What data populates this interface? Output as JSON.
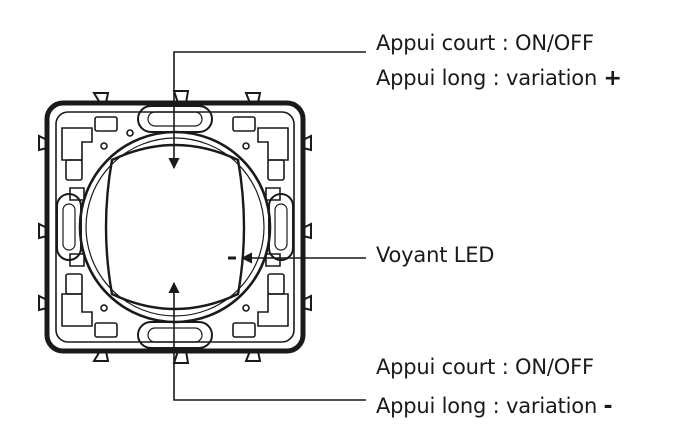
{
  "annotations": {
    "top": {
      "short_press": "Appui court : ON/OFF",
      "long_press": "Appui long : variation",
      "long_press_sign": "+"
    },
    "led": {
      "label": "Voyant LED"
    },
    "bottom": {
      "short_press": "Appui court : ON/OFF",
      "long_press": "Appui long : variation",
      "long_press_sign": "-"
    }
  },
  "colors": {
    "line": "#1a1a1a",
    "background": "#ffffff"
  }
}
